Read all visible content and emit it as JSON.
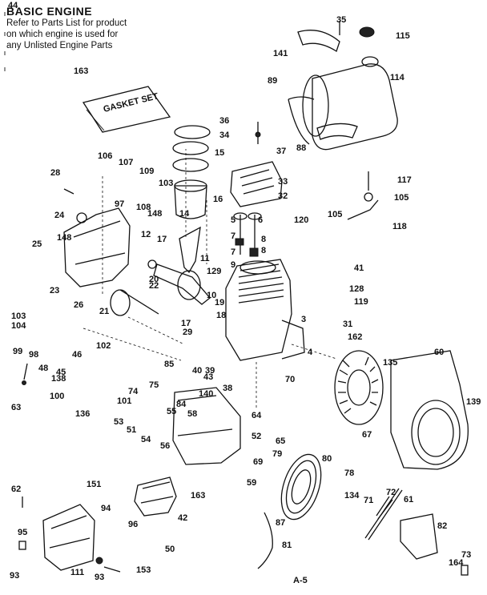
{
  "header": {
    "title": "BASIC ENGINE",
    "note": [
      "Refer to Parts List for product",
      "on which engine is used for",
      "any Unlisted Engine Parts"
    ]
  },
  "gasket_set_text": "GASKET SET",
  "page_ref": "A-5",
  "labels": [
    "163",
    "35",
    "115",
    "141",
    "114",
    "89",
    "88",
    "36",
    "34",
    "37",
    "15",
    "33",
    "32",
    "28",
    "106",
    "107",
    "109",
    "103",
    "16",
    "117",
    "105",
    "105",
    "118",
    "97",
    "108",
    "148",
    "14",
    "24",
    "25",
    "148",
    "12",
    "17",
    "5",
    "6",
    "7",
    "8",
    "7",
    "8",
    "9",
    "120",
    "41",
    "11",
    "129",
    "10",
    "128",
    "119",
    "21",
    "20",
    "22",
    "23",
    "26",
    "103",
    "104",
    "102",
    "19",
    "18",
    "17",
    "29",
    "3",
    "4",
    "31",
    "162",
    "99",
    "138",
    "98",
    "48",
    "46",
    "45",
    "85",
    "40",
    "43",
    "39",
    "38",
    "60",
    "135",
    "70",
    "63",
    "100",
    "101",
    "74",
    "75",
    "84",
    "58",
    "140",
    "139",
    "136",
    "53",
    "51",
    "54",
    "56",
    "55",
    "52",
    "64",
    "67",
    "69",
    "65",
    "79",
    "80",
    "59",
    "78",
    "134",
    "71",
    "72",
    "61",
    "62",
    "151",
    "94",
    "95",
    "93",
    "111",
    "93",
    "96",
    "50",
    "153",
    "42",
    "163",
    "87",
    "81",
    "82",
    "164",
    "73",
    "44"
  ]
}
